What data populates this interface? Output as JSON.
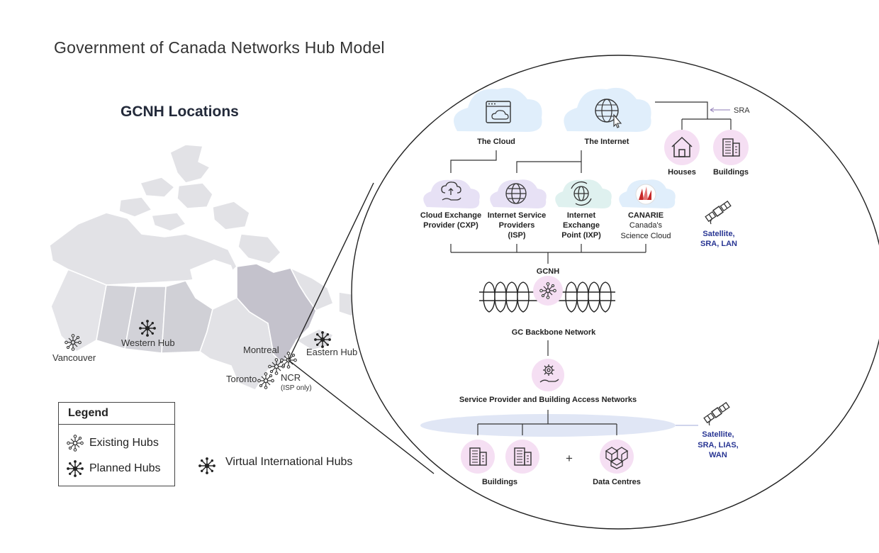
{
  "title": "Government of Canada Networks Hub Model",
  "map": {
    "heading": "GCNH Locations",
    "hubs": {
      "vancouver": "Vancouver",
      "western": "Western Hub",
      "montreal": "Montreal",
      "eastern": "Eastern Hub",
      "toronto": "Toronto",
      "ncr": "NCR",
      "ncr_note": "(ISP only)"
    }
  },
  "legend": {
    "title": "Legend",
    "existing": "Existing Hubs",
    "planned": "Planned Hubs"
  },
  "virtual_hubs": "Virtual International Hubs",
  "diagram": {
    "cloud": "The Cloud",
    "internet": "The Internet",
    "sra": "SRA",
    "houses": "Houses",
    "buildings_top": "Buildings",
    "cxp": [
      "Cloud Exchange",
      "Provider (CXP)"
    ],
    "isp": [
      "Internet Service",
      "Providers",
      "(ISP)"
    ],
    "ixp": [
      "Internet",
      "Exchange",
      "Point (IXP)"
    ],
    "canarie": [
      "CANARIE",
      "Canada's",
      "Science Cloud"
    ],
    "sat1": [
      "Satellite,",
      "SRA, LAN"
    ],
    "gcnh": "GCNH",
    "backbone": "GC Backbone Network",
    "access": "Service Provider and Building Access Networks",
    "sat2": [
      "Satellite,",
      "SRA, LIAS,",
      "WAN"
    ],
    "buildings_bottom": "Buildings",
    "plus": "+",
    "data_centres": "Data Centres"
  },
  "colors": {
    "map_light": "#e2e2e6",
    "map_mid": "#d2d2d8",
    "map_dark": "#c4c2cc",
    "pink": "#f5dff3",
    "cloud_blue": "#e0eefb",
    "cloud_purple": "#e7e1f5",
    "cloud_teal": "#dff1ef",
    "link_blue": "#283593"
  }
}
